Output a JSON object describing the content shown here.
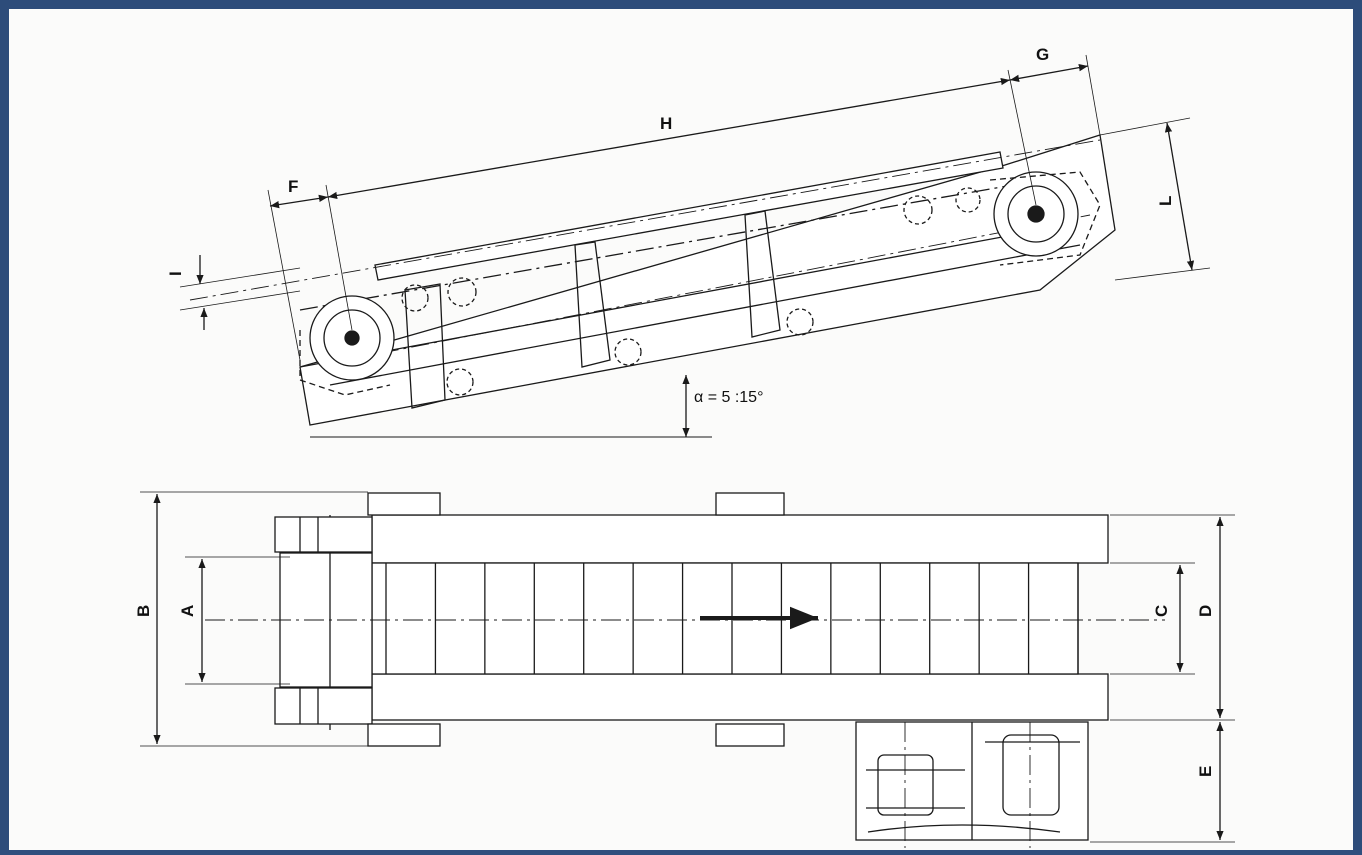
{
  "dimensions": {
    "A": "A",
    "B": "B",
    "C": "C",
    "D": "D",
    "E": "E",
    "F": "F",
    "G": "G",
    "H": "H",
    "I": "I",
    "L": "L"
  },
  "angle_label": "α = 5 :15°",
  "colors": {
    "border": "#2d4c7a",
    "paper": "#fbfbfa",
    "ink": "#1a1a1a"
  },
  "top_view": {
    "belt_segments": 14
  }
}
